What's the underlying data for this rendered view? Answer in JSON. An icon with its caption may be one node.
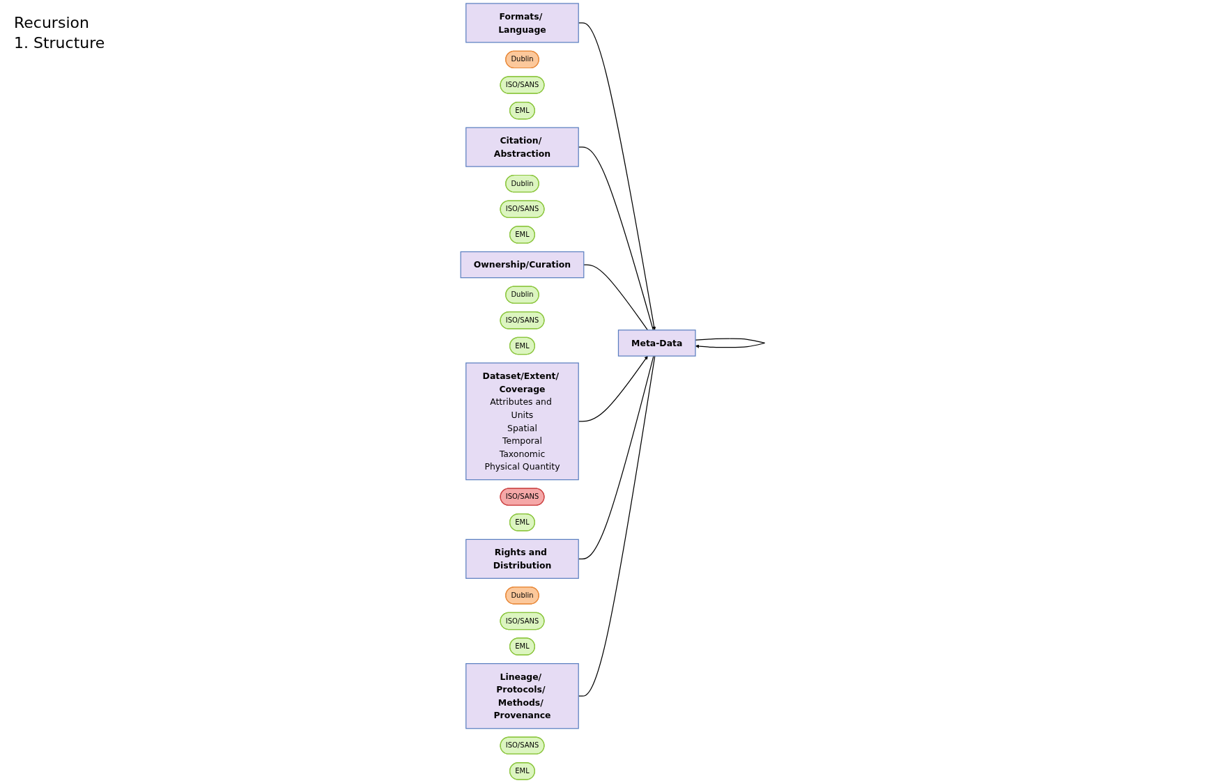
{
  "diagram": {
    "nodes": [
      {
        "text": [
          "Formats/ Language"
        ]
      },
      {
        "text": [
          "Dublin"
        ]
      },
      {
        "text": [
          "ISO/SANS"
        ]
      },
      {
        "text": [
          "EML"
        ]
      },
      {
        "text": [
          "Citation/ Abstraction"
        ]
      },
      {
        "text": [
          "Dublin"
        ]
      },
      {
        "text": [
          "ISO/SANS"
        ]
      },
      {
        "text": [
          "EML"
        ]
      },
      {
        "text": [
          "Ownership/Curation"
        ]
      },
      {
        "text": [
          "Dublin"
        ]
      },
      {
        "text": [
          "ISO/SANS"
        ]
      },
      {
        "text": [
          "EML"
        ]
      },
      {
        "text": [
          "Meta-Data"
        ]
      },
      {
        "text": [
          "Dataset/Extent/ Coverage",
          "Attributes and Units",
          "Spatial",
          "Temporal",
          "Taxonomic",
          "Physical Quantity"
        ]
      },
      {
        "text": [
          "ISO/SANS"
        ]
      },
      {
        "text": [
          "EML"
        ]
      },
      {
        "text": [
          "Rights and Distribution"
        ]
      },
      {
        "text": [
          "Dublin"
        ]
      },
      {
        "text": [
          "ISO/SANS"
        ]
      },
      {
        "text": [
          "EML"
        ]
      },
      {
        "text": [
          "Lineage/ Protocols/ Methods/ Provenance"
        ]
      },
      {
        "text": [
          "ISO/SANS"
        ]
      },
      {
        "text": [
          "EML"
        ]
      }
    ],
    "edges": [
      {
        "from": 0,
        "to": 12,
        "arrow": "to"
      },
      {
        "from": 4,
        "to": 12,
        "arrow": "none"
      },
      {
        "from": 8,
        "to": 12,
        "arrow": "none"
      },
      {
        "from": 13,
        "to": 12,
        "arrow": "to"
      },
      {
        "from": 12,
        "to": 12,
        "arrow": "to"
      },
      {
        "from": 16,
        "to": 12,
        "arrow": "none"
      },
      {
        "from": 20,
        "to": 12,
        "arrow": "none"
      }
    ],
    "labels": [
      "Recursion",
      "1. Structure"
    ]
  }
}
